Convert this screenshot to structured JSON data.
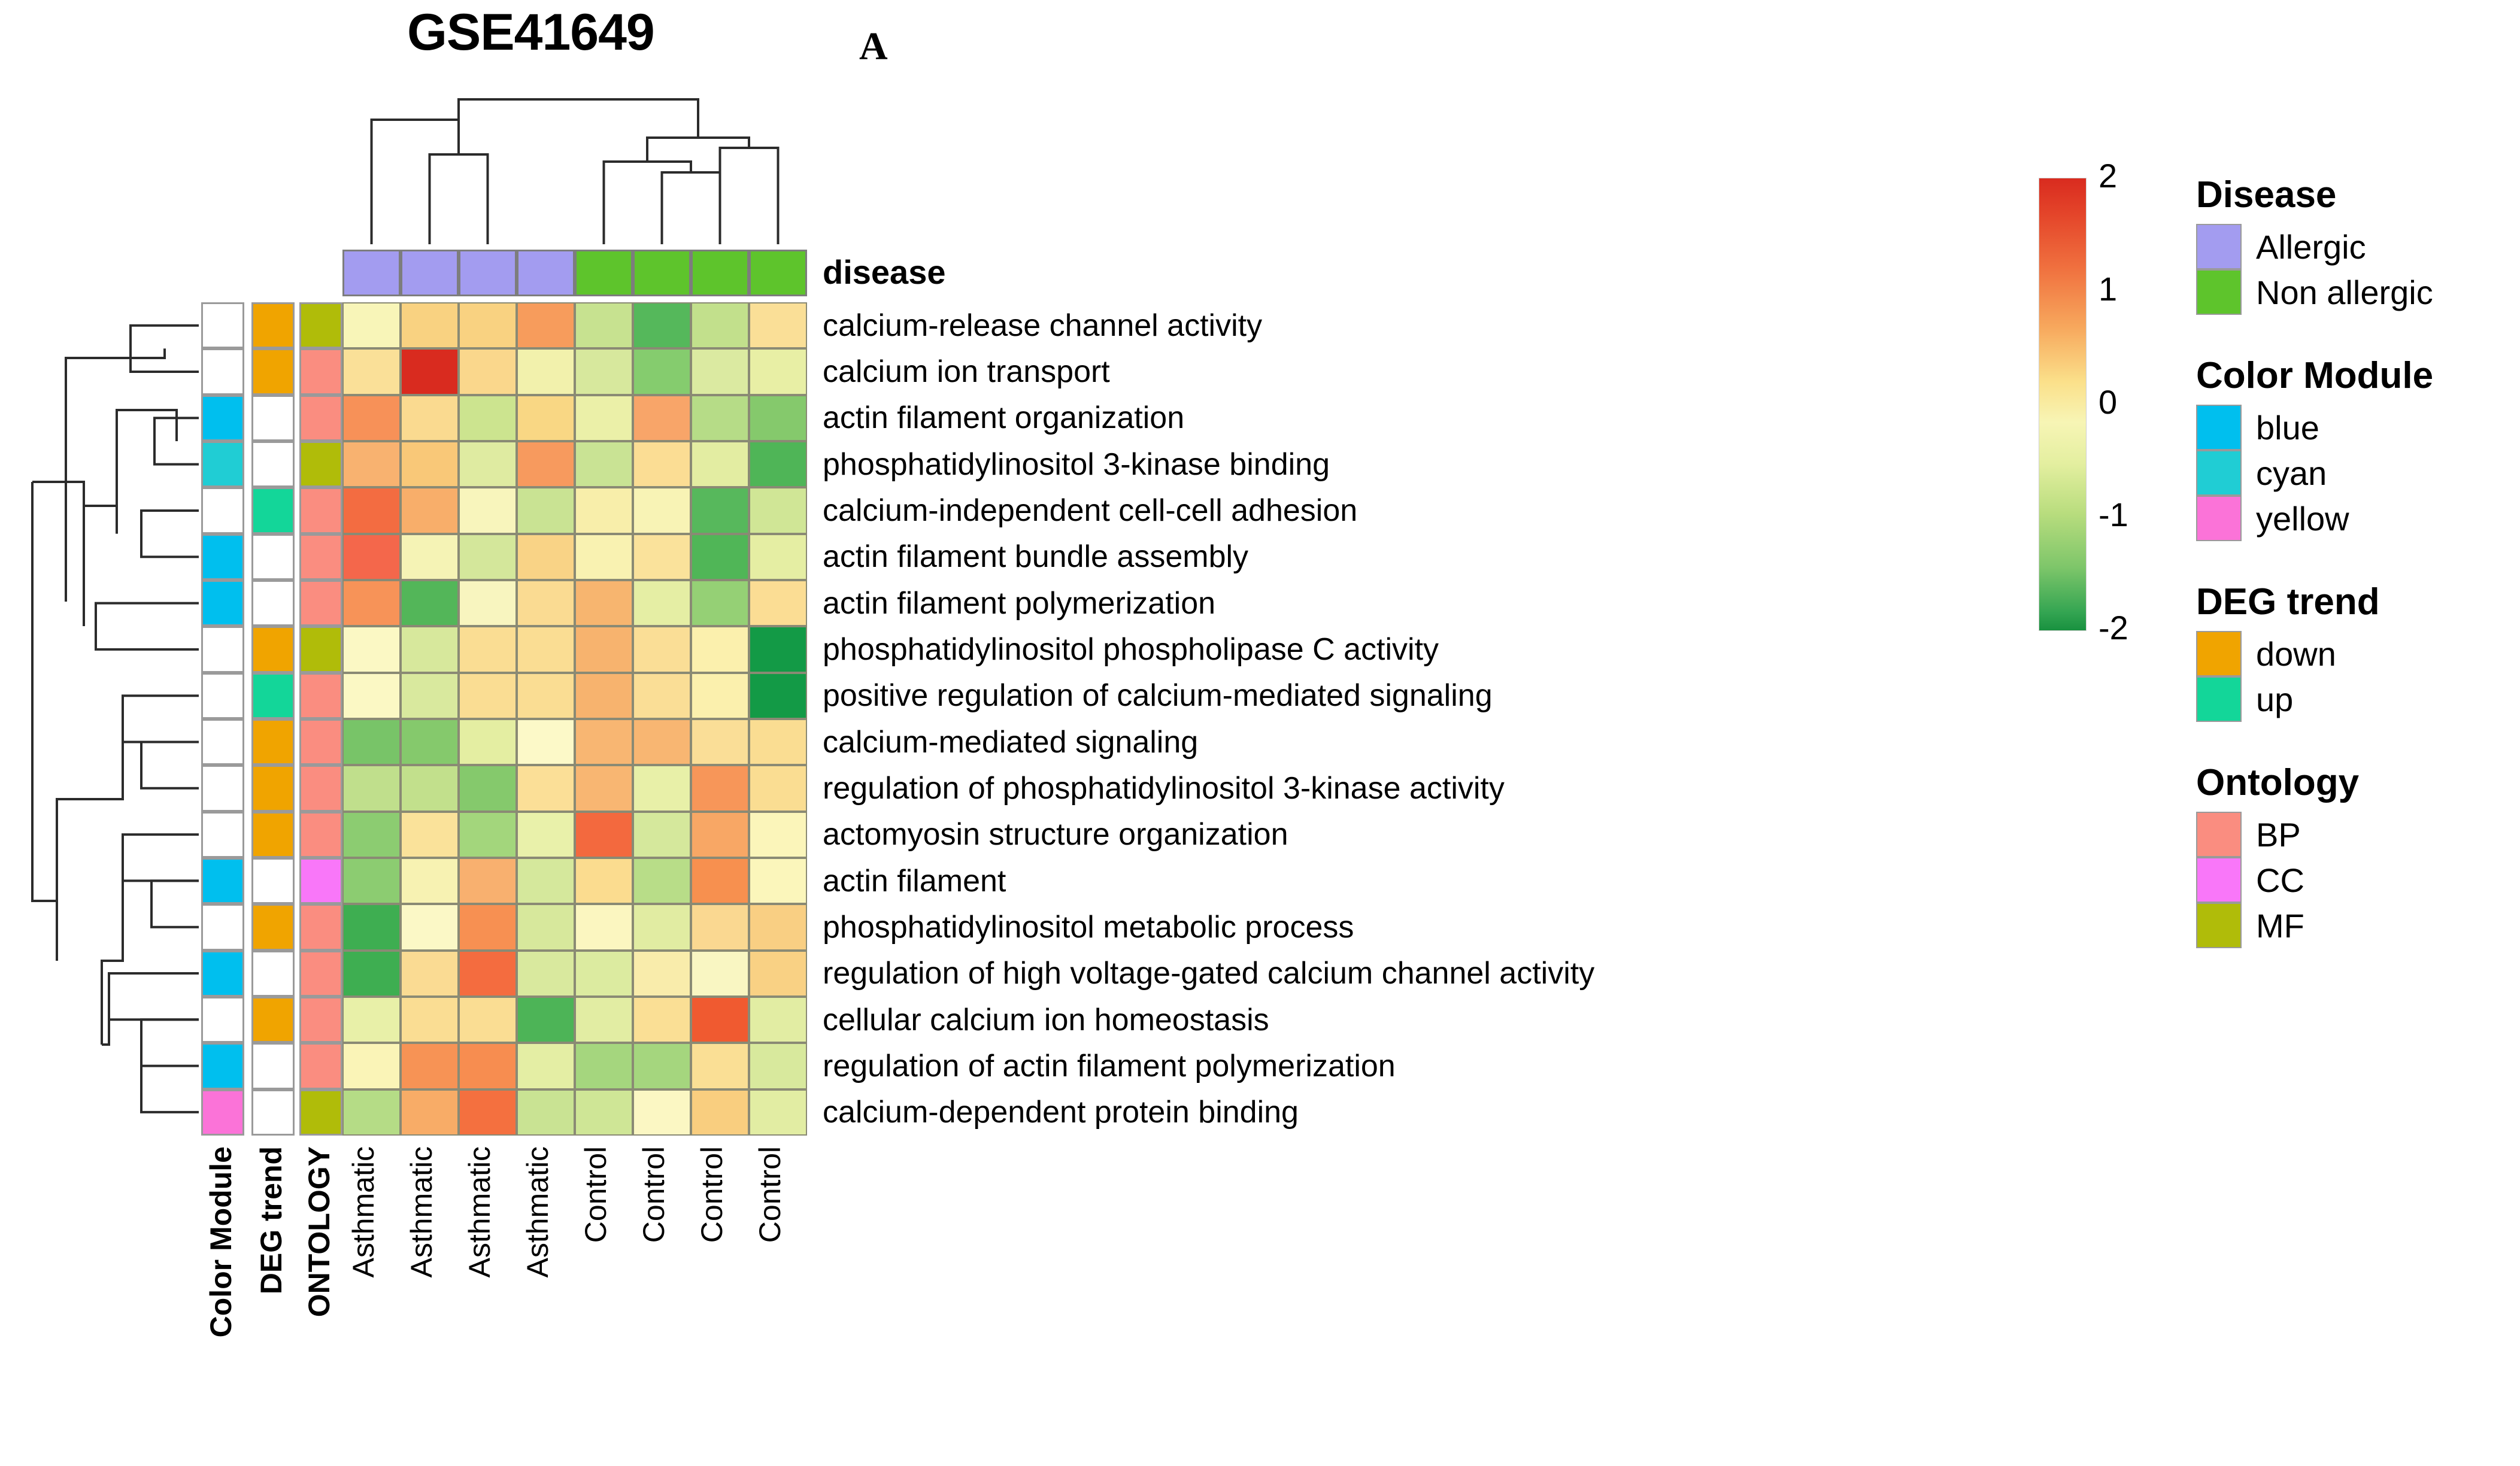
{
  "figure": {
    "dataset_title": "GSE41649",
    "panel_letter": "A",
    "column_annotation_label": "disease"
  },
  "colorbar": {
    "ticks": [
      "2",
      "1",
      "0",
      "-1",
      "-2"
    ],
    "tick_values": [
      2,
      1,
      0,
      -1,
      -2
    ],
    "gradient_top": "#d92b1f",
    "gradient_mid": "#f7f5b5",
    "gradient_bottom": "#18913f"
  },
  "legends": [
    {
      "title": "Disease",
      "items": [
        {
          "label": "Allergic",
          "color": "#a39cf0"
        },
        {
          "label": "Non allergic",
          "color": "#5ec42c"
        }
      ]
    },
    {
      "title": "Color Module",
      "items": [
        {
          "label": "blue",
          "color": "#00bfee"
        },
        {
          "label": "cyan",
          "color": "#20cdd4"
        },
        {
          "label": "yellow",
          "color": "#fb73d8"
        }
      ]
    },
    {
      "title": "DEG trend",
      "items": [
        {
          "label": "down",
          "color": "#f0a400"
        },
        {
          "label": "up",
          "color": "#13d699"
        }
      ]
    },
    {
      "title": "Ontology",
      "items": [
        {
          "label": "BP",
          "color": "#fa8d80"
        },
        {
          "label": "CC",
          "color": "#f977f9"
        },
        {
          "label": "MF",
          "color": "#b0bc09"
        }
      ]
    }
  ],
  "annotation_column_labels": [
    "Color Module",
    "DEG trend",
    "ONTOLOGY"
  ],
  "sample_labels": [
    "Asthmatic",
    "Asthmatic",
    "Asthmatic",
    "Asthmatic",
    "Control",
    "Control",
    "Control",
    "Control"
  ],
  "disease_row": [
    "Allergic",
    "Allergic",
    "Allergic",
    "Allergic",
    "Non allergic",
    "Non allergic",
    "Non allergic",
    "Non allergic"
  ],
  "chart_data": {
    "type": "heatmap",
    "title": "GSE41649",
    "xlabel": "",
    "ylabel": "",
    "zlim": [
      -2,
      2
    ],
    "colorbar_ticks": [
      2,
      1,
      0,
      -1,
      -2
    ],
    "columns": [
      "Asthmatic",
      "Asthmatic",
      "Asthmatic",
      "Asthmatic",
      "Control",
      "Control",
      "Control",
      "Control"
    ],
    "rows": [
      "calcium-release channel activity",
      "calcium ion transport",
      "actin filament organization",
      "phosphatidylinositol 3-kinase binding",
      "calcium-independent cell-cell adhesion",
      "actin filament bundle assembly",
      "actin filament polymerization",
      "phosphatidylinositol phospholipase C activity",
      "positive regulation of calcium-mediated signaling",
      "calcium-mediated signaling",
      "regulation of phosphatidylinositol 3-kinase activity",
      "actomyosin structure organization",
      "actin filament",
      "phosphatidylinositol metabolic process",
      "regulation of high voltage-gated calcium channel activity",
      "cellular calcium ion homeostasis",
      "regulation of actin filament polymerization",
      "calcium-dependent protein binding"
    ],
    "row_annotations": {
      "color_module": [
        "none",
        "none",
        "blue",
        "cyan",
        "none",
        "blue",
        "blue",
        "none",
        "none",
        "none",
        "none",
        "none",
        "blue",
        "none",
        "blue",
        "none",
        "blue",
        "yellow"
      ],
      "deg_trend": [
        "down",
        "down",
        "none",
        "none",
        "up",
        "none",
        "none",
        "down",
        "up",
        "down",
        "down",
        "down",
        "none",
        "down",
        "none",
        "down",
        "none",
        "none"
      ],
      "ontology": [
        "MF",
        "BP",
        "BP",
        "MF",
        "BP",
        "BP",
        "BP",
        "MF",
        "BP",
        "BP",
        "BP",
        "BP",
        "CC",
        "BP",
        "BP",
        "BP",
        "BP",
        "MF"
      ]
    },
    "values": [
      [
        0.15,
        0.85,
        0.8,
        1.35,
        -0.7,
        -1.55,
        -0.7,
        0.7
      ],
      [
        0.6,
        2.3,
        0.62,
        0.18,
        -0.45,
        -1.05,
        -0.25,
        -0.2
      ],
      [
        1.3,
        0.62,
        -0.62,
        0.68,
        -0.22,
        1.18,
        -0.68,
        -1.05
      ],
      [
        1.0,
        0.82,
        -0.28,
        1.3,
        -0.7,
        0.55,
        -0.32,
        -1.55
      ],
      [
        1.55,
        1.0,
        0.1,
        -0.62,
        0.42,
        0.25,
        -1.5,
        -0.6
      ],
      [
        1.55,
        -0.22,
        -0.7,
        0.62,
        0.1,
        0.35,
        -1.5,
        0.1
      ],
      [
        1.32,
        -1.55,
        0.12,
        0.55,
        1.05,
        -0.28,
        -0.85,
        0.52
      ],
      [
        0.08,
        -0.72,
        0.55,
        0.55,
        1.1,
        0.5,
        0.3,
        -2.15
      ],
      [
        0.1,
        -0.7,
        0.52,
        0.52,
        1.25,
        0.55,
        0.28,
        -2.15
      ],
      [
        -1.15,
        -1.02,
        -0.35,
        0.08,
        1.05,
        1.02,
        0.52,
        0.58
      ],
      [
        -0.72,
        -0.7,
        -1.02,
        0.55,
        1.02,
        -0.3,
        1.3,
        0.58
      ],
      [
        -0.95,
        0.52,
        -0.82,
        -0.3,
        1.45,
        -0.62,
        1.05,
        0.12
      ],
      [
        -0.9,
        0.18,
        0.9,
        -0.42,
        0.6,
        -0.78,
        1.32,
        0.12
      ],
      [
        -1.52,
        0.1,
        1.32,
        -0.48,
        0.14,
        -0.4,
        0.72,
        0.75
      ],
      [
        -1.52,
        0.62,
        1.52,
        -0.45,
        -0.35,
        0.52,
        0.12,
        0.72
      ],
      [
        -0.35,
        0.58,
        0.6,
        -1.5,
        -0.32,
        0.58,
        1.55,
        -0.35
      ],
      [
        0.2,
        1.32,
        1.35,
        -0.35,
        -0.82,
        -0.85,
        0.62,
        -0.4
      ],
      [
        -0.72,
        1.18,
        1.52,
        -0.68,
        -0.7,
        0.15,
        0.72,
        -0.32
      ]
    ],
    "cell_colors": [
      [
        "#f8f5b8",
        "#f9d281",
        "#f9d281",
        "#f79c5c",
        "#c7e290",
        "#55b85b",
        "#c2e08c",
        "#fadf97"
      ],
      [
        "#fae098",
        "#d92b1f",
        "#fad78c",
        "#f2f1ac",
        "#d7e89d",
        "#85cc6e",
        "#dbeaa1",
        "#e8efa5"
      ],
      [
        "#f79158",
        "#fada90",
        "#cce48f",
        "#f9d784",
        "#ebf0a8",
        "#f8a569",
        "#b6dc87",
        "#85c96c"
      ],
      [
        "#f8b270",
        "#f9c878",
        "#dfeba1",
        "#f79a5e",
        "#c9e394",
        "#fbdd94",
        "#e3eda2",
        "#4fb557"
      ],
      [
        "#f36c41",
        "#f8ae6a",
        "#f8f5bc",
        "#c9e393",
        "#f8eeaa",
        "#f8f3b5",
        "#57b85c",
        "#d0e696"
      ],
      [
        "#f4674b",
        "#f5f3b5",
        "#d4e79b",
        "#f9d386",
        "#f9f2b1",
        "#fae29b",
        "#50b657",
        "#e5eea3"
      ],
      [
        "#f79358",
        "#53b659",
        "#f8f5bf",
        "#fadb92",
        "#f7b56f",
        "#e5eea4",
        "#95d075",
        "#fbdd94"
      ],
      [
        "#fbf8c4",
        "#d7e89c",
        "#fadd93",
        "#fadd93",
        "#f7b36e",
        "#fade96",
        "#fbf0ad",
        "#139a46"
      ],
      [
        "#fbf8c4",
        "#d9e99e",
        "#fadd93",
        "#fadd93",
        "#f7b36e",
        "#fade96",
        "#fbf0ad",
        "#139a46"
      ],
      [
        "#78c468",
        "#85c96c",
        "#e4eea2",
        "#fcf9c8",
        "#f8b672",
        "#f8b672",
        "#fade97",
        "#fadd92"
      ],
      [
        "#c0df8c",
        "#c2e08c",
        "#85c96c",
        "#fbdf97",
        "#f8b672",
        "#e8f0a8",
        "#f79659",
        "#fadd92"
      ],
      [
        "#8ccc71",
        "#fae29a",
        "#a3d67c",
        "#e9f1aa",
        "#f3693e",
        "#d5e89c",
        "#f8a765",
        "#fbf5ba"
      ],
      [
        "#8ccc71",
        "#f7f2b2",
        "#f8b06f",
        "#d5e89c",
        "#fbdc8f",
        "#b8dd88",
        "#f7904f",
        "#fbf6bb"
      ],
      [
        "#3eae51",
        "#fbf8c6",
        "#f79052",
        "#d7e89c",
        "#fbf6c0",
        "#e1eca2",
        "#fad891",
        "#f9cf83"
      ],
      [
        "#3eae51",
        "#fadb93",
        "#f46c3f",
        "#d9e99e",
        "#dceba0",
        "#f9ecab",
        "#f9f6c2",
        "#f9d184"
      ],
      [
        "#e8f0a8",
        "#fadd93",
        "#fadd93",
        "#4db457",
        "#e2eda3",
        "#fadf95",
        "#f05a30",
        "#e2eda3"
      ],
      [
        "#faf4b7",
        "#f79355",
        "#f78d50",
        "#e4eea4",
        "#a5d67e",
        "#a5d67e",
        "#fadf95",
        "#d8e99d"
      ],
      [
        "#b5dc86",
        "#f8ac67",
        "#f4703f",
        "#c9e393",
        "#cfe696",
        "#fbf7c3",
        "#f9ce7f",
        "#e2eda3"
      ]
    ]
  }
}
